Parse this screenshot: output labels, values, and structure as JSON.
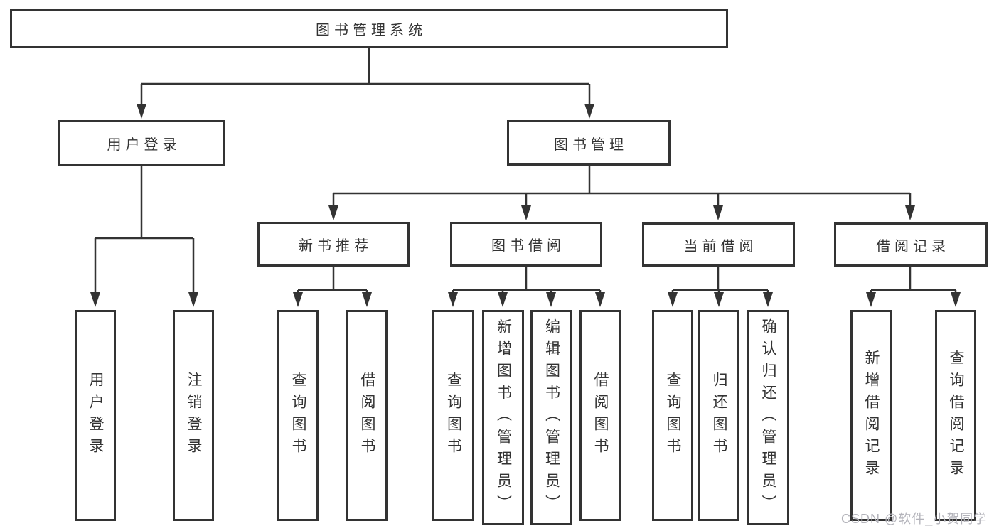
{
  "tree": {
    "label": "图书管理系统",
    "children": [
      {
        "label": "用户登录",
        "children": [
          {
            "label": "用户登录"
          },
          {
            "label": "注销登录"
          }
        ]
      },
      {
        "label": "图书管理",
        "children": [
          {
            "label": "新书推荐",
            "children": [
              {
                "label": "查询图书"
              },
              {
                "label": "借阅图书"
              }
            ]
          },
          {
            "label": "图书借阅",
            "children": [
              {
                "label": "查询图书"
              },
              {
                "label": "新增图书（管理员）"
              },
              {
                "label": "编辑图书（管理员）"
              },
              {
                "label": "借阅图书"
              }
            ]
          },
          {
            "label": "当前借阅",
            "children": [
              {
                "label": "查询图书"
              },
              {
                "label": "归还图书"
              },
              {
                "label": "确认归还（管理员）"
              }
            ]
          },
          {
            "label": "借阅记录",
            "children": [
              {
                "label": "新增借阅记录"
              },
              {
                "label": "查询借阅记录"
              }
            ]
          }
        ]
      }
    ]
  },
  "watermark": "CSDN @软件_小贺同学",
  "colors": {
    "line": "#333333",
    "text": "#333333",
    "background": "#ffffff",
    "watermark": "#b3b3ba"
  }
}
